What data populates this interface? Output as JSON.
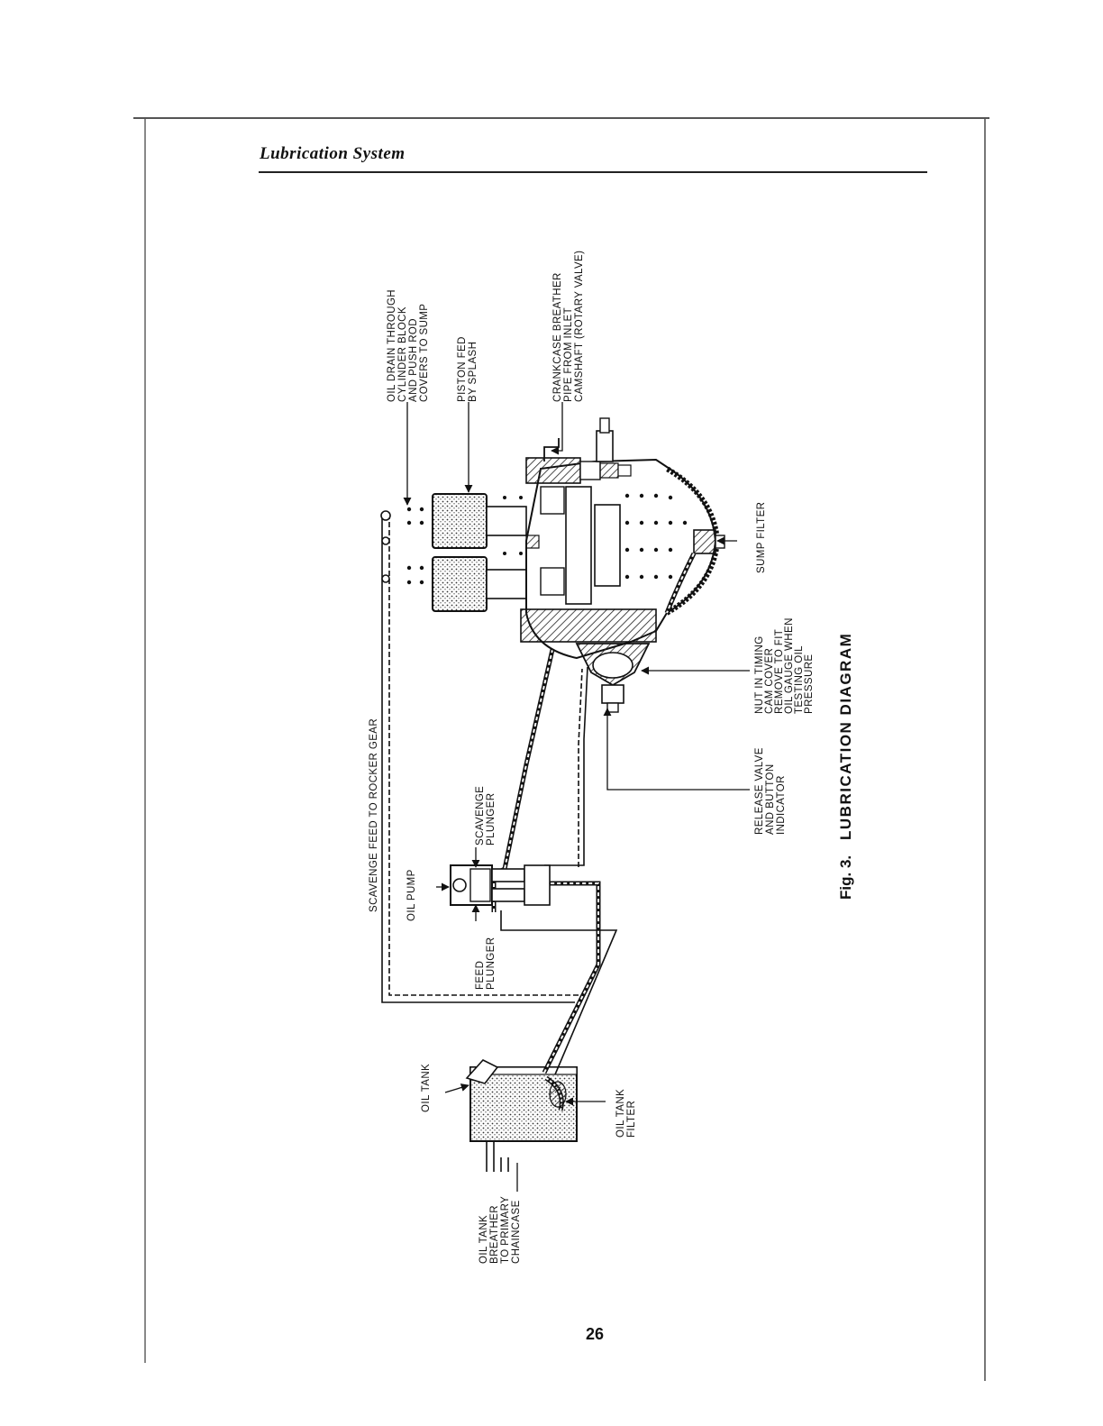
{
  "header": {
    "title": "Lubrication System"
  },
  "page_number": "26",
  "caption": {
    "fig": "Fig. 3.",
    "title": "LUBRICATION DIAGRAM"
  },
  "labels": {
    "oil_drain": [
      "OIL DRAIN THROUGH",
      "CYLINDER BLOCK",
      "AND PUSH ROD",
      "COVERS TO SUMP"
    ],
    "piston_feed": [
      "PISTON FED",
      "BY SPLASH"
    ],
    "crankcase_breather": [
      "CRANKCASE BREATHER",
      "PIPE FROM INLET",
      "CAMSHAFT (ROTARY VALVE)"
    ],
    "scavenge_feed": "SCAVENGE FEED TO ROCKER GEAR",
    "oil_pump": "OIL PUMP",
    "scavenge_plunger": [
      "SCAVENGE",
      "PLUNGER"
    ],
    "feed_plunger": [
      "FEED",
      "PLUNGER"
    ],
    "oil_tank": "OIL TANK",
    "oil_tank_filter": [
      "OIL TANK",
      "FILTER"
    ],
    "oil_tank_breather": [
      "OIL TANK",
      "BREATHER",
      "TO PRIMARY",
      "CHAINCASE"
    ],
    "sump_filter": "SUMP FILTER",
    "nut_timing": [
      "NUT IN TIMING",
      "CAM COVER",
      "REMOVE TO FIT",
      "OIL GAUGE WHEN",
      "TESTING OIL",
      "PRESSURE"
    ],
    "release_valve": [
      "RELEASE VALVE",
      "AND BUTTON",
      "INDICATOR"
    ]
  }
}
